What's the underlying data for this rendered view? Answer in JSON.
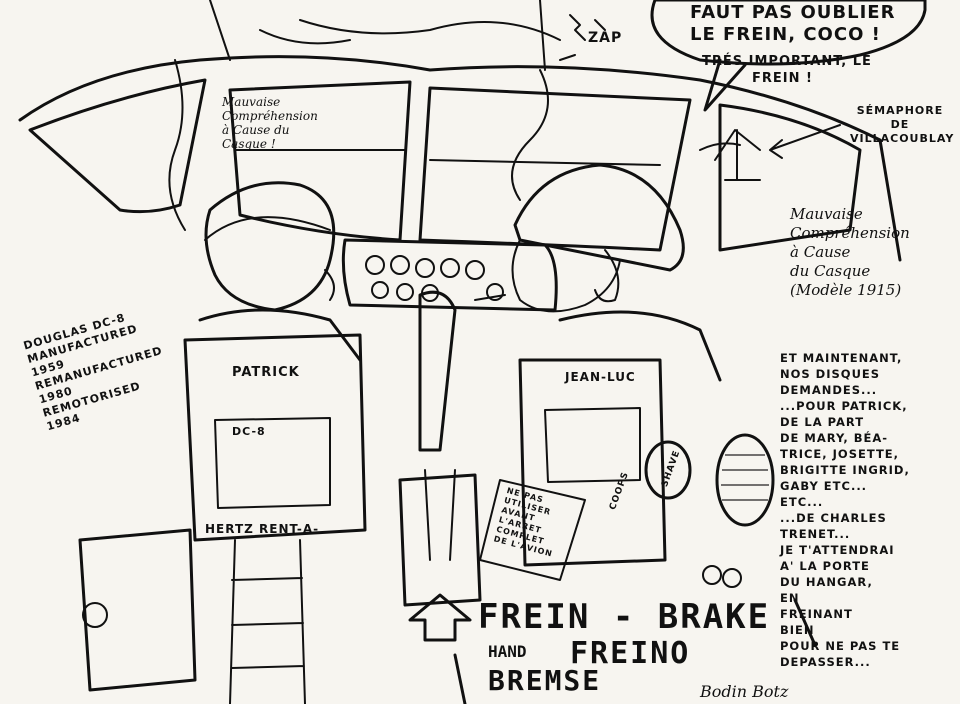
{
  "bubble": {
    "line1": "FAUT PAS OUBLIER",
    "line2": "LE FREIN, COCO !",
    "line3": "TRÉS IMPORTANT, LE",
    "line4": "FREIN !"
  },
  "labels": {
    "zap": "ZAP",
    "semaphore": "SÉMAPHORE\nDE\nVILLACOUBLAY",
    "misunderstanding_left": "Mauvaise\nCompréhension\nà Cause du\nCasque !",
    "misunderstanding_right": "Mauvaise\nCompréhension\nà Cause\ndu Casque\n(Modèle 1915)",
    "douglas_plate": "DOUGLAS DC-8\nMANUFACTURED 1959\nREMANUFACTURED\n1980\nREMOTORISED\n1984",
    "seat_left_name": "PATRICK",
    "seat_right_name": "JEAN-LUC",
    "pocket_left": "DC-8",
    "rent_a": "HERTZ RENT-A-",
    "notice": "NE PAS\nUTILISER\nAVANT\nL'ARRET\nCOMPLET\nDE L'AVION",
    "cassette_left": "COOPS",
    "cassette_right": "SHAVE"
  },
  "message": "ET MAINTENANT,\nNOS DISQUES\nDEMANDES...\n...POUR PATRICK,\nDE LA PART\nDE MARY, BÉA-\nTRICE, JOSETTE,\nBRIGITTE INGRID,\nGABY ETC...\nETC...\n...DE CHARLES\nTRENET...\nJE T'ATTENDRAI\nA' LA PORTE\nDU HANGAR,\nEN\nFREINANT\nBIEN\nPOUR NE PAS TE\nDEPASSER...",
  "brake_sign": {
    "line1": "FREIN - BRAKE",
    "line2a": "HAND",
    "line2b": "FREINO",
    "line3": "BREMSE"
  },
  "signature": "Bodin Botz"
}
